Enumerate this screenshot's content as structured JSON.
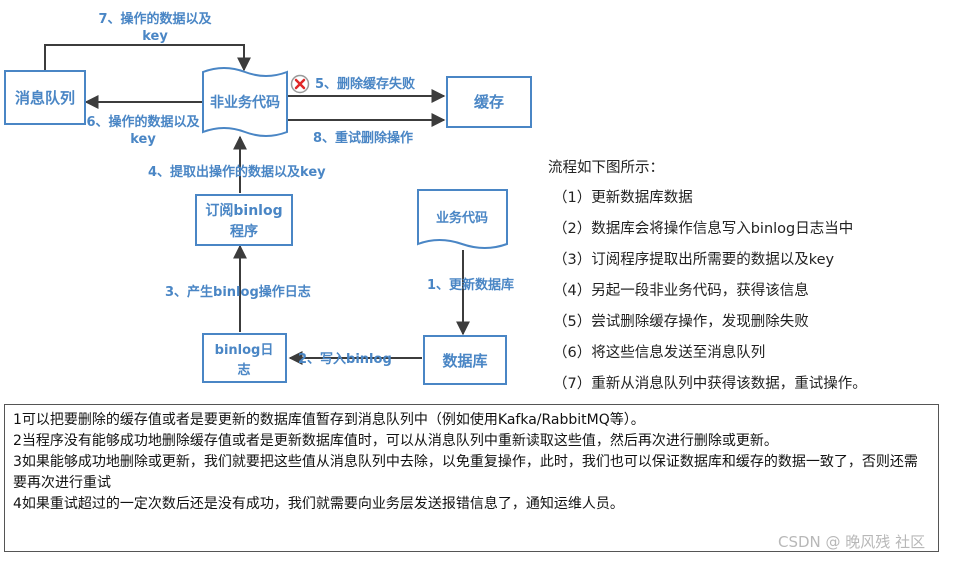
{
  "diagram": {
    "nodes": {
      "queue": "消息队列",
      "nonbiz": "非业务代码",
      "cache": "缓存",
      "subscriber": "订阅binlog程序",
      "biz": "业务代码",
      "database": "数据库",
      "binlog": "binlog日志"
    },
    "edges": {
      "e1": "1、更新数据库",
      "e2": "2、写入binlog",
      "e3": "3、产生binlog操作日志",
      "e4": "4、提取出操作的数据以及key",
      "e5": "5、删除缓存失败",
      "e6": "6、操作的数据以及key",
      "e7": "7、操作的数据以及key",
      "e8": "8、重试删除操作"
    },
    "fail_icon": "x-icon"
  },
  "steps": {
    "title": "流程如下图所示：",
    "items": [
      "（1）更新数据库数据",
      "（2）数据库会将操作信息写入binlog日志当中",
      "（3）订阅程序提取出所需要的数据以及key",
      "（4）另起一段非业务代码，获得该信息",
      "（5）尝试删除缓存操作，发现删除失败",
      "（6）将这些信息发送至消息队列",
      "（7）重新从消息队列中获得该数据，重试操作。"
    ]
  },
  "notes": [
    "1可以把要删除的缓存值或者是要更新的数据库值暂存到消息队列中（例如使用Kafka/RabbitMQ等）。",
    "2当程序没有能够成功地删除缓存值或者是更新数据库值时，可以从消息队列中重新读取这些值，然后再次进行删除或更新。",
    "3如果能够成功地删除或更新，我们就要把这些值从消息队列中去除，以免重复操作，此时，我们也可以保证数据库和缓存的数据一致了，否则还需要再次进行重试",
    "4如果重试超过的一定次数后还是没有成功，我们就需要向业务层发送报错信息了，通知运维人员。"
  ],
  "watermark": "CSDN @ 晚风残 社区",
  "colors": {
    "node_border": "#4a86c5",
    "text_blue": "#4a86c5",
    "fail_red": "#e02828"
  }
}
